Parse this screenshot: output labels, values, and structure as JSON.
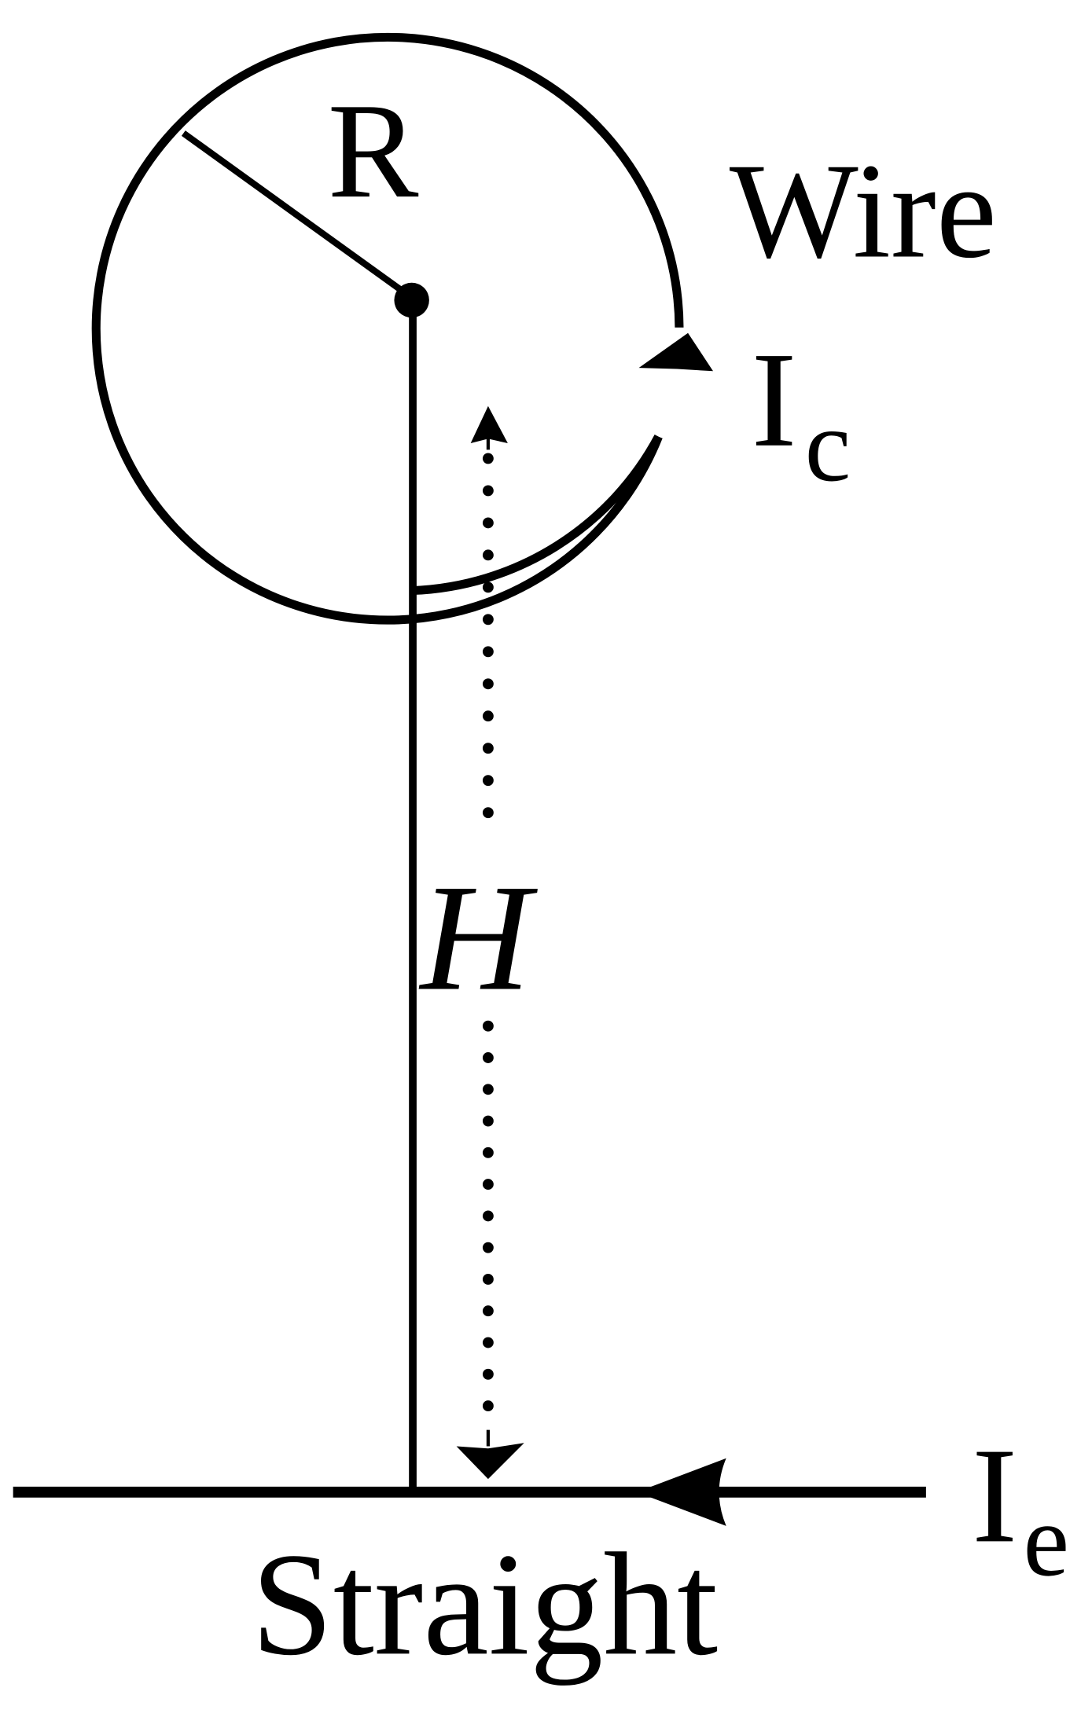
{
  "labels": {
    "radius": "R",
    "wire_top": "Wire",
    "loop_current": "I",
    "loop_current_sub": "c",
    "distance": "H",
    "straight_current": "I",
    "straight_current_sub": "e",
    "wire_bottom": "Straight"
  },
  "colors": {
    "stroke": "#000000",
    "background": "#ffffff"
  }
}
